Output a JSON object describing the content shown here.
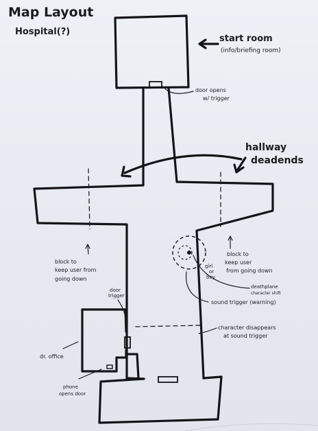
{
  "title": "Map Layout",
  "subtitle": "Hospital(?)",
  "labels": {
    "start_room": "start room",
    "start_room_note": "(info/briefing room)",
    "door_opens_1": "door opens",
    "door_opens_2": "w/ trigger",
    "hallway_1": "hallway",
    "hallway_2": "deadends",
    "block_left_1": "block to",
    "block_left_2": "keep user from",
    "block_left_3": "going down",
    "block_right_1": "block to",
    "block_right_2": "keep user",
    "block_right_3": "from going down",
    "girl_1": "girl",
    "girl_2": "or",
    "girl_3": "boy",
    "deathplane_1": "deathplane",
    "deathplane_2": "character shift",
    "sound_trigger": "sound trigger (warning)",
    "door_trigger_1": "door",
    "door_trigger_2": "trigger",
    "character_1": "character disappears",
    "character_2": "at sound trigger",
    "dr_office": "dr. office",
    "phone_1": "phone",
    "phone_2": "opens door"
  },
  "colors": {
    "ink": "#141418",
    "paper": "#eef1f6"
  }
}
